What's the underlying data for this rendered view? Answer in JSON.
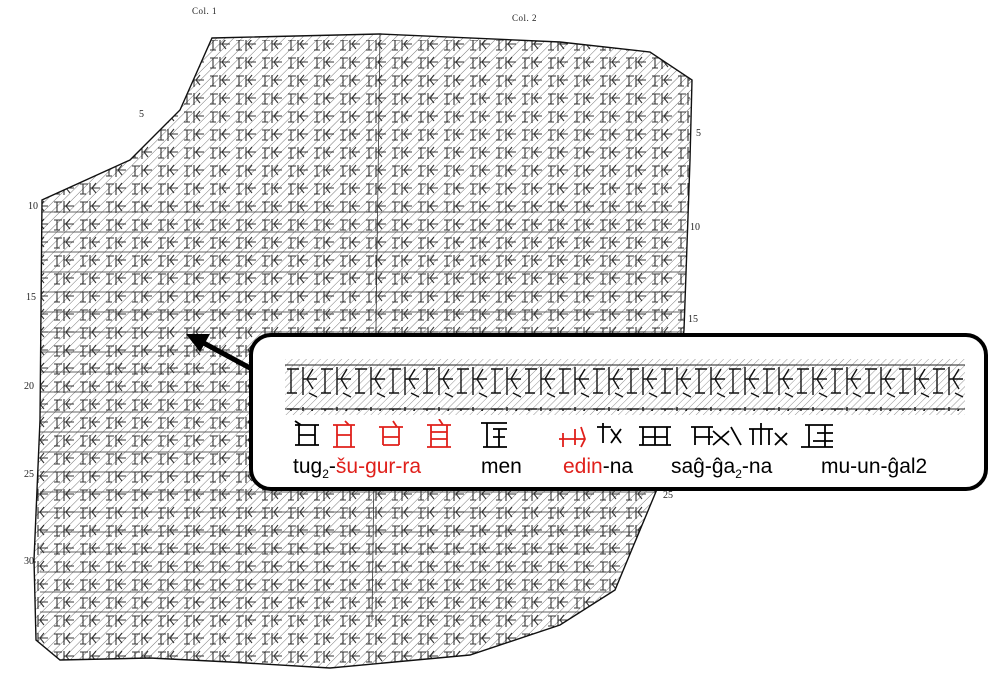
{
  "column_headers": {
    "col1": "Col. 1",
    "col2": "Col. 2"
  },
  "line_numbers_left": [
    "5",
    "10",
    "15",
    "20",
    "25",
    "30"
  ],
  "line_numbers_right": [
    "5",
    "10",
    "15",
    "25"
  ],
  "transliteration": {
    "w1_a": "tug",
    "w1_sub": "2",
    "w1_b": "-",
    "w1_red": "šu-gur-ra",
    "w2": "men",
    "w3_red": "edin",
    "w3_b": "-na",
    "w4_a": "saĝ-ĝa",
    "w4_sub": "2",
    "w4_b": "-na",
    "w5": "mu-un-ĝal2"
  },
  "colors": {
    "highlight": "#e0201b",
    "ink": "#000000",
    "callout_border": "#000000"
  }
}
